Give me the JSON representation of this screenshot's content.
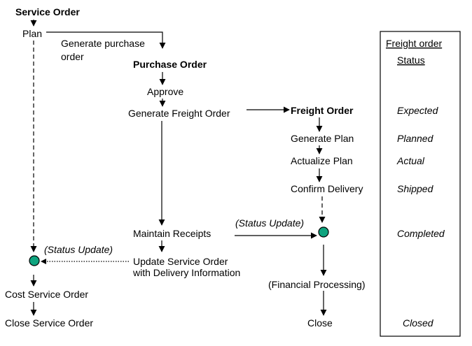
{
  "service_order": {
    "title": "Service Order",
    "plan": "Plan",
    "status_update": "(Status Update)",
    "cost": "Cost Service Order",
    "close": "Close Service Order"
  },
  "purchase_order": {
    "generate_line1": "Generate purchase",
    "generate_line2": "order",
    "title": "Purchase Order",
    "approve": "Approve",
    "generate_freight": "Generate Freight Order",
    "maintain_receipts": "Maintain Receipts",
    "update_line1": "Update Service Order",
    "update_line2": "with Delivery Information"
  },
  "freight_order": {
    "title": "Freight Order",
    "generate_plan": "Generate Plan",
    "actualize_plan": "Actualize Plan",
    "confirm_delivery": "Confirm Delivery",
    "status_update": "(Status Update)",
    "financial_processing": "(Financial Processing)",
    "close": "Close"
  },
  "status_panel": {
    "header_line1": "Freight order",
    "header_line2": "Status",
    "statuses": [
      "Expected",
      "Planned",
      "Actual",
      "Shipped",
      "Completed",
      "Closed"
    ]
  },
  "colors": {
    "node_fill": "#0fa47f",
    "line": "#000000"
  }
}
